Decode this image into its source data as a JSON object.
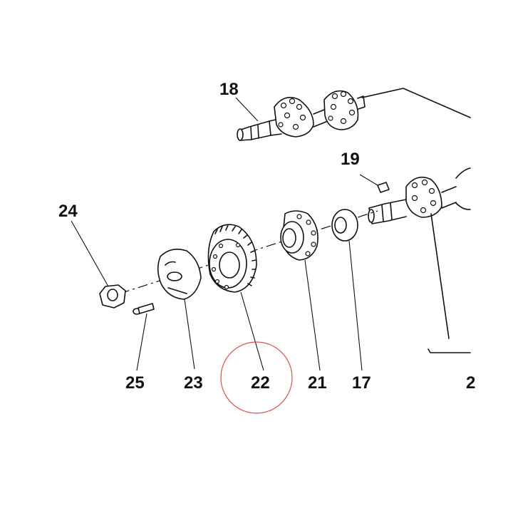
{
  "labels": {
    "p18": "18",
    "p19": "19",
    "p24": "24",
    "p25": "25",
    "p23": "23",
    "p22": "22",
    "p21": "21",
    "p17": "17",
    "cut": "2"
  },
  "colors": {
    "ink": "#111111",
    "highlight_circle": "#d9534f",
    "background": "#ffffff"
  },
  "highlighted_part": "22"
}
